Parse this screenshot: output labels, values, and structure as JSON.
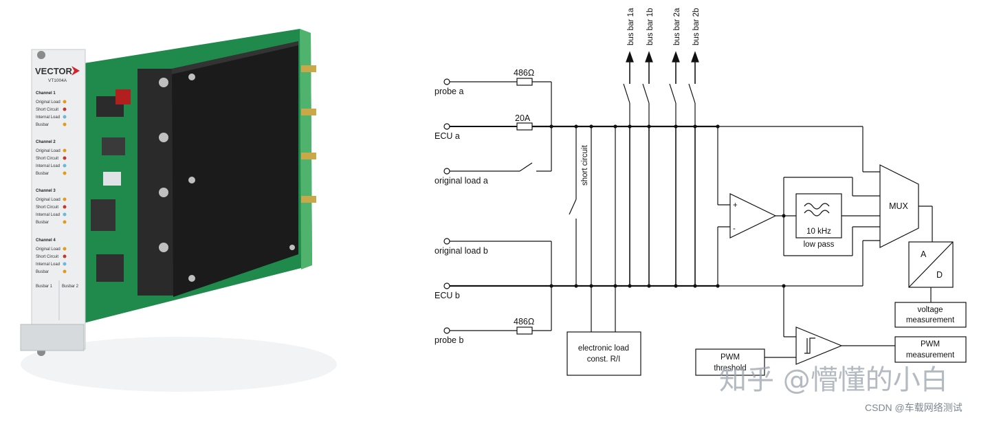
{
  "product": {
    "brand": "VECTOR",
    "model": "VT1004A",
    "channels": [
      {
        "title": "Channel 1",
        "rows": [
          "Original Load",
          "Short Circuit",
          "Internal Load",
          "Busbar"
        ]
      },
      {
        "title": "Channel 2",
        "rows": [
          "Original Load",
          "Short Circuit",
          "Internal Load",
          "Busbar"
        ]
      },
      {
        "title": "Channel 3",
        "rows": [
          "Original Load",
          "Short Circuit",
          "Internal Load",
          "Busbar"
        ]
      },
      {
        "title": "Channel 4",
        "rows": [
          "Original Load",
          "Short Circuit",
          "Internal Load",
          "Busbar"
        ]
      }
    ],
    "busbars": [
      "Busbar 1",
      "Busbar 2"
    ]
  },
  "diagram": {
    "bus_bars": [
      "bus bar 1a",
      "bus bar 1b",
      "bus bar 2a",
      "bus bar 2b"
    ],
    "inputs": {
      "probe_a": "probe a",
      "ecu_a": "ECU a",
      "original_load_a": "original load a",
      "original_load_b": "original load b",
      "ecu_b": "ECU b",
      "probe_b": "probe b"
    },
    "components": {
      "r_probe_a": "486Ω",
      "fuse_a": "20A",
      "r_probe_b": "486Ω",
      "short_circuit": "short circuit",
      "electronic_load_line1": "electronic load",
      "electronic_load_line2": "const. R/I",
      "filter_freq": "10 kHz",
      "filter_label": "low pass",
      "mux": "MUX",
      "adc_a": "A",
      "adc_d": "D",
      "voltage_line1": "voltage",
      "voltage_line2": "measurement",
      "pwm_meas_line1": "PWM",
      "pwm_meas_line2": "measurement",
      "pwm_thr_line1": "PWM",
      "pwm_thr_line2": "threshold",
      "opamp_plus": "+",
      "opamp_minus": "-"
    }
  },
  "watermark": {
    "main": "知乎 @懵懂的小白",
    "csdn": "CSDN @车载网络测试"
  }
}
